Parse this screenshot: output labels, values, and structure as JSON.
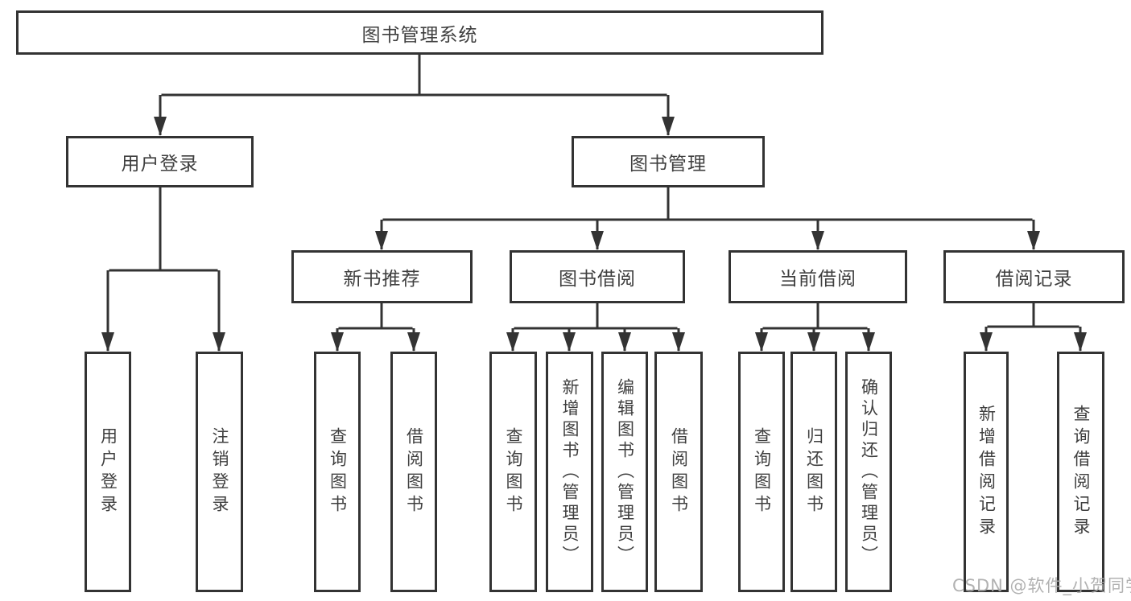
{
  "tree": {
    "root": {
      "label": "图书管理系统",
      "children": [
        {
          "label": "用户登录",
          "children": [
            {
              "label": "用户登录"
            },
            {
              "label": "注销登录"
            }
          ]
        },
        {
          "label": "图书管理",
          "children": [
            {
              "label": "新书推荐",
              "children": [
                {
                  "label": "查询图书"
                },
                {
                  "label": "借阅图书"
                }
              ]
            },
            {
              "label": "图书借阅",
              "children": [
                {
                  "label": "查询图书"
                },
                {
                  "label": "新增图书（管理员）"
                },
                {
                  "label": "编辑图书（管理员）"
                },
                {
                  "label": "借阅图书"
                }
              ]
            },
            {
              "label": "当前借阅",
              "children": [
                {
                  "label": "查询图书"
                },
                {
                  "label": "归还图书"
                },
                {
                  "label": "确认归还（管理员）"
                }
              ]
            },
            {
              "label": "借阅记录",
              "children": [
                {
                  "label": "新增借阅记录"
                },
                {
                  "label": "查询借阅记录"
                }
              ]
            }
          ]
        }
      ]
    }
  },
  "watermark": "CSDN @软件_小贺同学",
  "colors": {
    "line": "#333333",
    "text": "#3f3f3f",
    "watermark": "#aaaaaa",
    "background": "#ffffff"
  }
}
